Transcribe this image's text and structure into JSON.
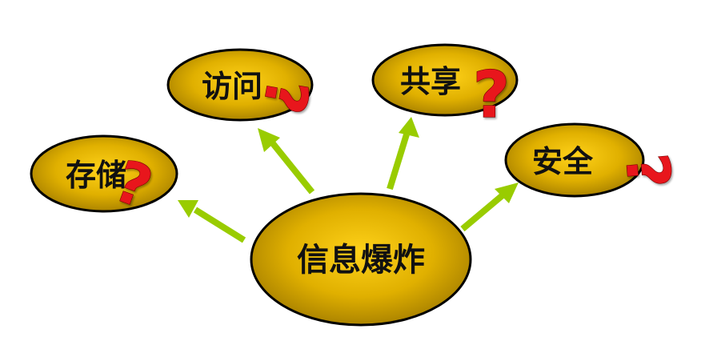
{
  "center": {
    "label": "信息爆炸"
  },
  "nodes": [
    {
      "id": "storage",
      "label": "存储"
    },
    {
      "id": "access",
      "label": "访问"
    },
    {
      "id": "share",
      "label": "共享"
    },
    {
      "id": "security",
      "label": "安全"
    }
  ],
  "colors": {
    "ellipse_fill_light": "#ffd21a",
    "ellipse_fill_dark": "#a07a00",
    "ellipse_stroke": "#000000",
    "arrow": "#99cc00",
    "question_mark": "#e8141c"
  },
  "question_mark_icon": "question-mark-icon"
}
